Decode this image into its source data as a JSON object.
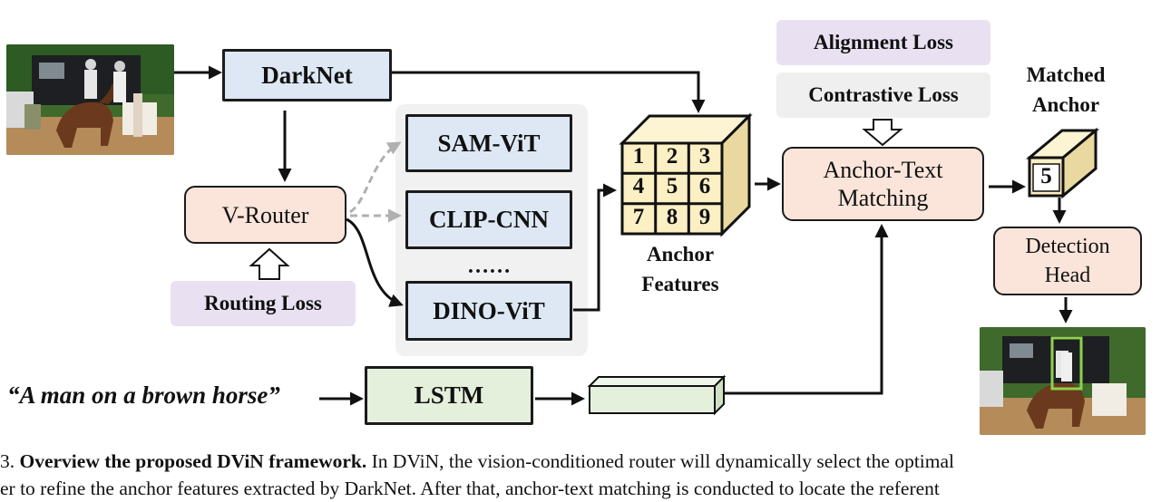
{
  "nodes": {
    "darknet": "DarkNet",
    "sam_vit": "SAM-ViT",
    "clip_cnn": "CLIP-CNN",
    "ellipsis": "……",
    "dino_vit": "DINO-ViT",
    "v_router": "V-Router",
    "routing_loss": "Routing Loss",
    "lstm": "LSTM",
    "alignment_loss": "Alignment Loss",
    "contrastive_loss": "Contrastive Loss",
    "anchor_text_matching_line1": "Anchor-Text",
    "anchor_text_matching_line2": "Matching",
    "detection_head_line1": "Detection",
    "detection_head_line2": "Head"
  },
  "labels": {
    "anchor_features_line1": "Anchor",
    "anchor_features_line2": "Features",
    "matched_anchor_line1": "Matched",
    "matched_anchor_line2": "Anchor",
    "query_text": "“A man on a brown horse”"
  },
  "anchor_grid": [
    "1",
    "2",
    "3",
    "4",
    "5",
    "6",
    "7",
    "8",
    "9"
  ],
  "matched_anchor_number": "5",
  "caption": {
    "line1_prefix": "3. ",
    "line1_bold": "Overview the proposed DViN framework.",
    "line1_rest": " In DViN, the vision-conditioned router will dynamically select the optimal",
    "line2": "er to refine the anchor features extracted by DarkNet. After that, anchor-text matching is conducted to locate the referent"
  },
  "colors": {
    "encoder_fill": "#dde8f4",
    "module_fill": "#fbe5da",
    "lstm_fill": "#e4f0dc",
    "loss_purple": "#e9e1f2",
    "loss_gray": "#efefef",
    "cube_fill": "#fbefc4",
    "bbox_green": "#8fd14f"
  }
}
